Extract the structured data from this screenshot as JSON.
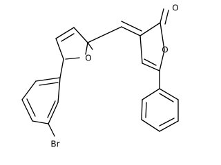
{
  "structure": {
    "atoms": {
      "carbonyl_oxygen": "O",
      "lactone_oxygen": "O",
      "furan_oxygen": "O",
      "bromine": "Br"
    }
  }
}
